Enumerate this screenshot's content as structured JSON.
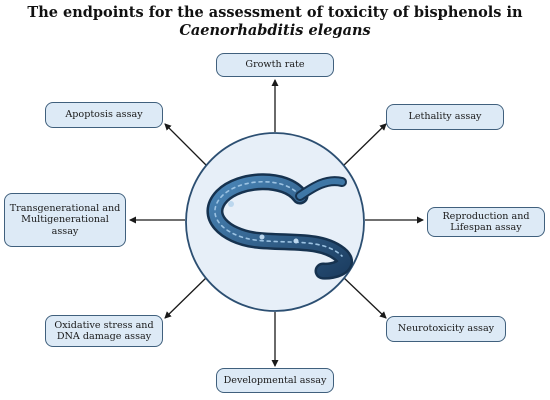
{
  "title": {
    "main": "The endpoints for the assessment of toxicity of bisphenols in",
    "italic_part": "Caenorhabditis elegans"
  },
  "nodes": {
    "growth": "Growth rate",
    "apoptosis": "Apoptosis assay",
    "lethality": "Lethality assay",
    "transgenerational": "Transgenerational and Multigenerational assay",
    "reproduction": "Reproduction and Lifespan assay",
    "oxidative": "Oxidative stress and DNA damage assay",
    "neurotoxicity": "Neurotoxicity assay",
    "developmental": "Developmental assay"
  },
  "colors": {
    "node_fill": "#ddeaf6",
    "node_border": "#40607d",
    "circle_fill": "#e7eff8",
    "circle_border": "#2c4f72",
    "worm_dark": "#1d3f63",
    "worm_light": "#3f77a6",
    "arrow": "#1a1a1a"
  },
  "icons": {
    "center": "nematode-worm-icon"
  }
}
